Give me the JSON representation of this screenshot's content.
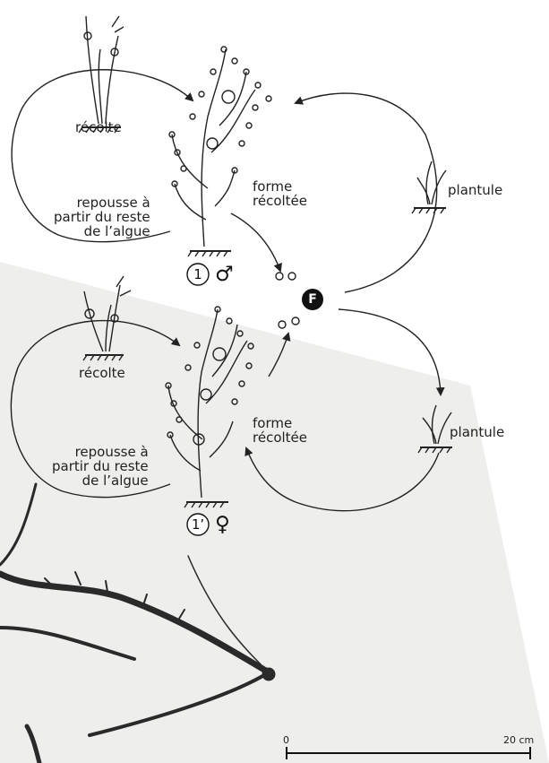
{
  "cycle_male": {
    "harvest_label": "récolte",
    "regrowth_label": "repousse à\npartir du reste\nde l’algue",
    "harvested_form_label": "forme\nrécoltée",
    "plantlet_label": "plantule",
    "number": "1",
    "sex_symbol": "♂"
  },
  "cycle_female": {
    "harvest_label": "récolte",
    "regrowth_label": "repousse à\npartir du reste\nde l’algue",
    "harvested_form_label": "forme\nrécoltée",
    "plantlet_label": "plantule",
    "number": "1’",
    "sex_symbol": "♀"
  },
  "fertilization": {
    "label": "F"
  },
  "scale_bar": {
    "start": "0",
    "end": "20 cm"
  },
  "colors": {
    "ink": "#222222",
    "photo_background": "#eeeeec",
    "specimen": "#2a2a2a"
  }
}
